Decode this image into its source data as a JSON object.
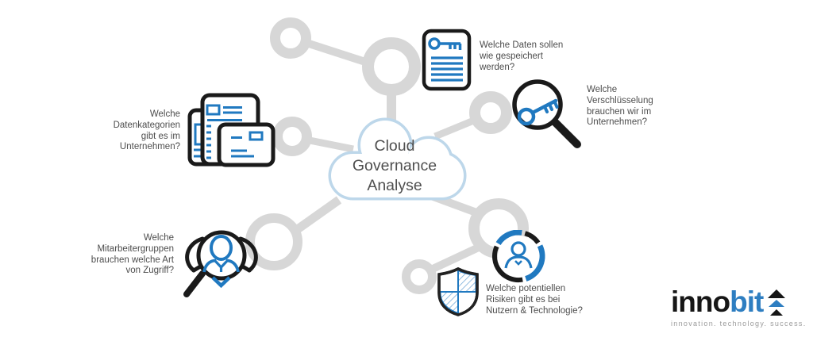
{
  "center": {
    "title": "Cloud\nGovernance\nAnalyse"
  },
  "labels": {
    "data_categories": "Welche\nDatenkategorien\ngibt es im\nUnternehmen?",
    "data_storage": "Welche Daten sollen\nwie gespeichert\nwerden?",
    "encryption": "Welche\nVerschlüsselung\nbrauchen wir im\nUnternehmen?",
    "access": "Welche\nMitarbeitergruppen\nbrauchen welche Art\nvon Zugriff?",
    "risks": "Welche potentiellen\nRisiken gibt es bei\nNutzern & Technologie?"
  },
  "icons": {
    "node_data_categories": "documents-stack-icon",
    "node_data_storage": "document-key-icon",
    "node_encryption": "magnifier-key-icon",
    "node_access": "magnifier-person-icon",
    "node_risks": "person-chart-icon",
    "node_risks_secondary": "shield-hatched-icon",
    "center": "cloud-outline"
  },
  "logo": {
    "word_black": "inno",
    "word_blue": "bit",
    "tagline": "innovation. technology. success."
  },
  "colors": {
    "accent_blue": "#2079c0",
    "icon_outline": "#1a1a1a",
    "connector_gray": "#d7d7d7",
    "cloud_stroke": "#bdd7ea",
    "label_text": "#4d4d4d",
    "logo_blue": "#2e7ec1",
    "tagline_gray": "#9b9b9b"
  }
}
